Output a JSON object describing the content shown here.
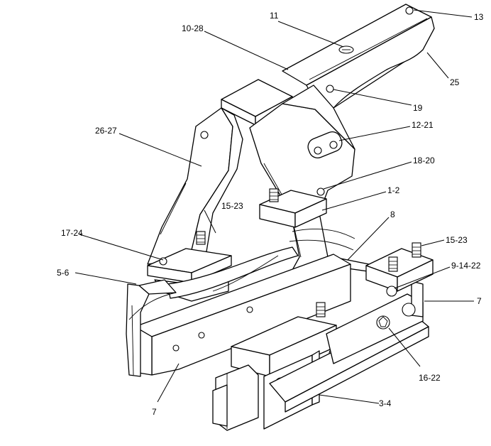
{
  "callouts": [
    {
      "label": "11"
    },
    {
      "label": "13"
    },
    {
      "label": "10-28"
    },
    {
      "label": "25"
    },
    {
      "label": "19"
    },
    {
      "label": "26-27"
    },
    {
      "label": "12-21"
    },
    {
      "label": "18-20"
    },
    {
      "label": "1-2"
    },
    {
      "label": "15-23"
    },
    {
      "label": "8"
    },
    {
      "label": "15-23"
    },
    {
      "label": "17-24"
    },
    {
      "label": "5-6"
    },
    {
      "label": "9-14-22"
    },
    {
      "label": "7"
    },
    {
      "label": "16-22"
    },
    {
      "label": "7"
    },
    {
      "label": "3-4"
    }
  ]
}
